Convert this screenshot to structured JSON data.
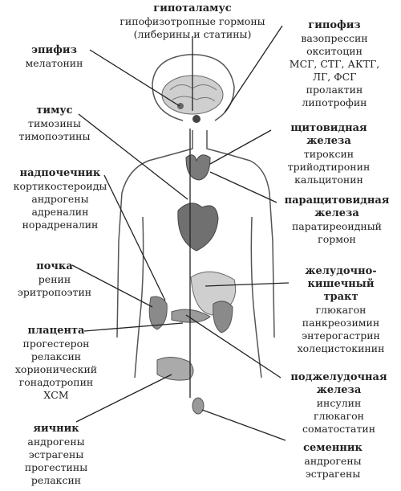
{
  "labels": {
    "hypothalamus": {
      "title": "гипоталамус",
      "hormones": [
        "гипофизотропные гормоны",
        "(либерины и статины)"
      ]
    },
    "pituitary": {
      "title": "гипофиз",
      "hormones": [
        "вазопрессин",
        "окситоцин",
        "МСГ, СТГ, АКТГ,",
        "ЛГ, ФСГ",
        "пролактин",
        "липотрофин"
      ]
    },
    "epiphysis": {
      "title": "эпифиз",
      "hormones": [
        "мелатонин"
      ]
    },
    "thymus": {
      "title": "тимус",
      "hormones": [
        "тимозины",
        "тимопоэтины"
      ]
    },
    "thyroid": {
      "title": "щитовидная",
      "title2": "железа",
      "hormones": [
        "тироксин",
        "трийодтиронин",
        "кальцитонин"
      ]
    },
    "adrenal": {
      "title": "надпочечник",
      "hormones": [
        "кортикостероиды",
        "андрогены",
        "адреналин",
        "норадреналин"
      ]
    },
    "parathyroid": {
      "title": "паращитовидная",
      "title2": "железа",
      "hormones": [
        "паратиреоидный",
        "гормон"
      ]
    },
    "kidney": {
      "title": "почка",
      "hormones": [
        "ренин",
        "эритропоэтин"
      ]
    },
    "gi": {
      "title": "желудочно-",
      "title2": "кишечный",
      "title3": "тракт",
      "hormones": [
        "глюкагон",
        "панкреозимин",
        "энтерогастрин",
        "холецистокинин"
      ]
    },
    "placenta": {
      "title": "плацента",
      "hormones": [
        "прогестерон",
        "релаксин",
        "хорионический",
        "гонадотропин",
        "ХСМ"
      ]
    },
    "pancreas": {
      "title": "поджелудочная",
      "title2": "железа",
      "hormones": [
        "инсулин",
        "глюкагон",
        "соматостатин"
      ]
    },
    "ovary": {
      "title": "яичник",
      "hormones": [
        "андрогены",
        "эстрагены",
        "прогестины",
        "релаксин"
      ]
    },
    "testis": {
      "title": "семенник",
      "hormones": [
        "андрогены",
        "эстрагены"
      ]
    }
  }
}
